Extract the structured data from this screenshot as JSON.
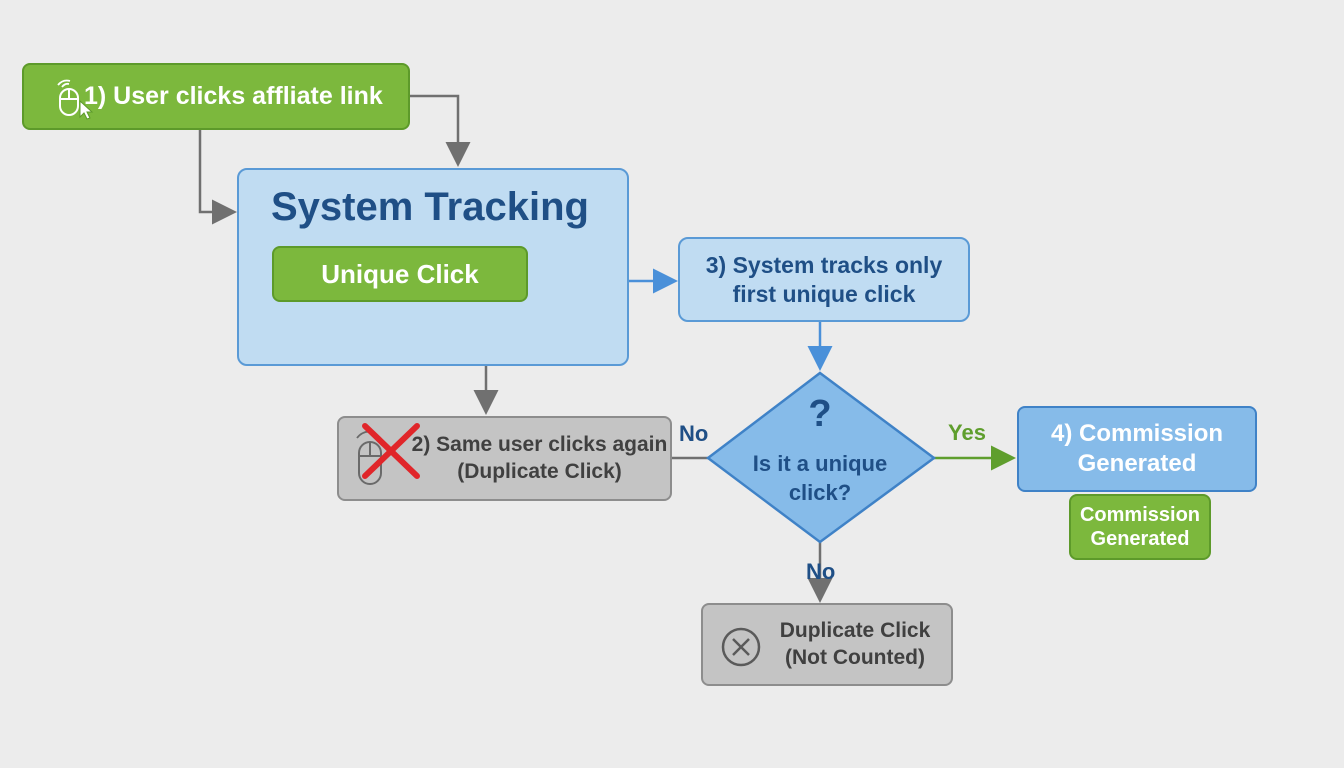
{
  "nodes": {
    "step1": {
      "text": "1) User clicks affliate link"
    },
    "tracking": {
      "title": "System Tracking",
      "unique": "Unique Click"
    },
    "step3": {
      "line1": "3) System tracks only",
      "line2": "first unique click"
    },
    "step2": {
      "line1": "2) Same user clicks again",
      "line2": "(Duplicate Click)"
    },
    "decision": {
      "symbol": "?",
      "line1": "Is it a unique",
      "line2": "click?"
    },
    "step4": {
      "line1": "4) Commission",
      "line2": "Generated"
    },
    "commission_badge": {
      "line1": "Commission",
      "line2": "Generated"
    },
    "duplicate": {
      "line1": "Duplicate Click",
      "line2": "(Not Counted)"
    }
  },
  "edge_labels": {
    "no_left": "No",
    "yes": "Yes",
    "no_down": "No"
  },
  "colors": {
    "background": "#ececec",
    "green": "#7cb83d",
    "blue_dark_text": "#1f4f86",
    "blue_light_fill": "#c0dcf2",
    "blue_mid_fill": "#86bbe9",
    "gray_fill": "#c4c4c4",
    "red_x": "#e0262a",
    "yes_green": "#5f9e2d",
    "connector_gray": "#707070",
    "connector_blue": "#4a90d9"
  },
  "icons": [
    "mouse-click-icon",
    "mouse-crossed-icon",
    "circle-x-icon"
  ]
}
